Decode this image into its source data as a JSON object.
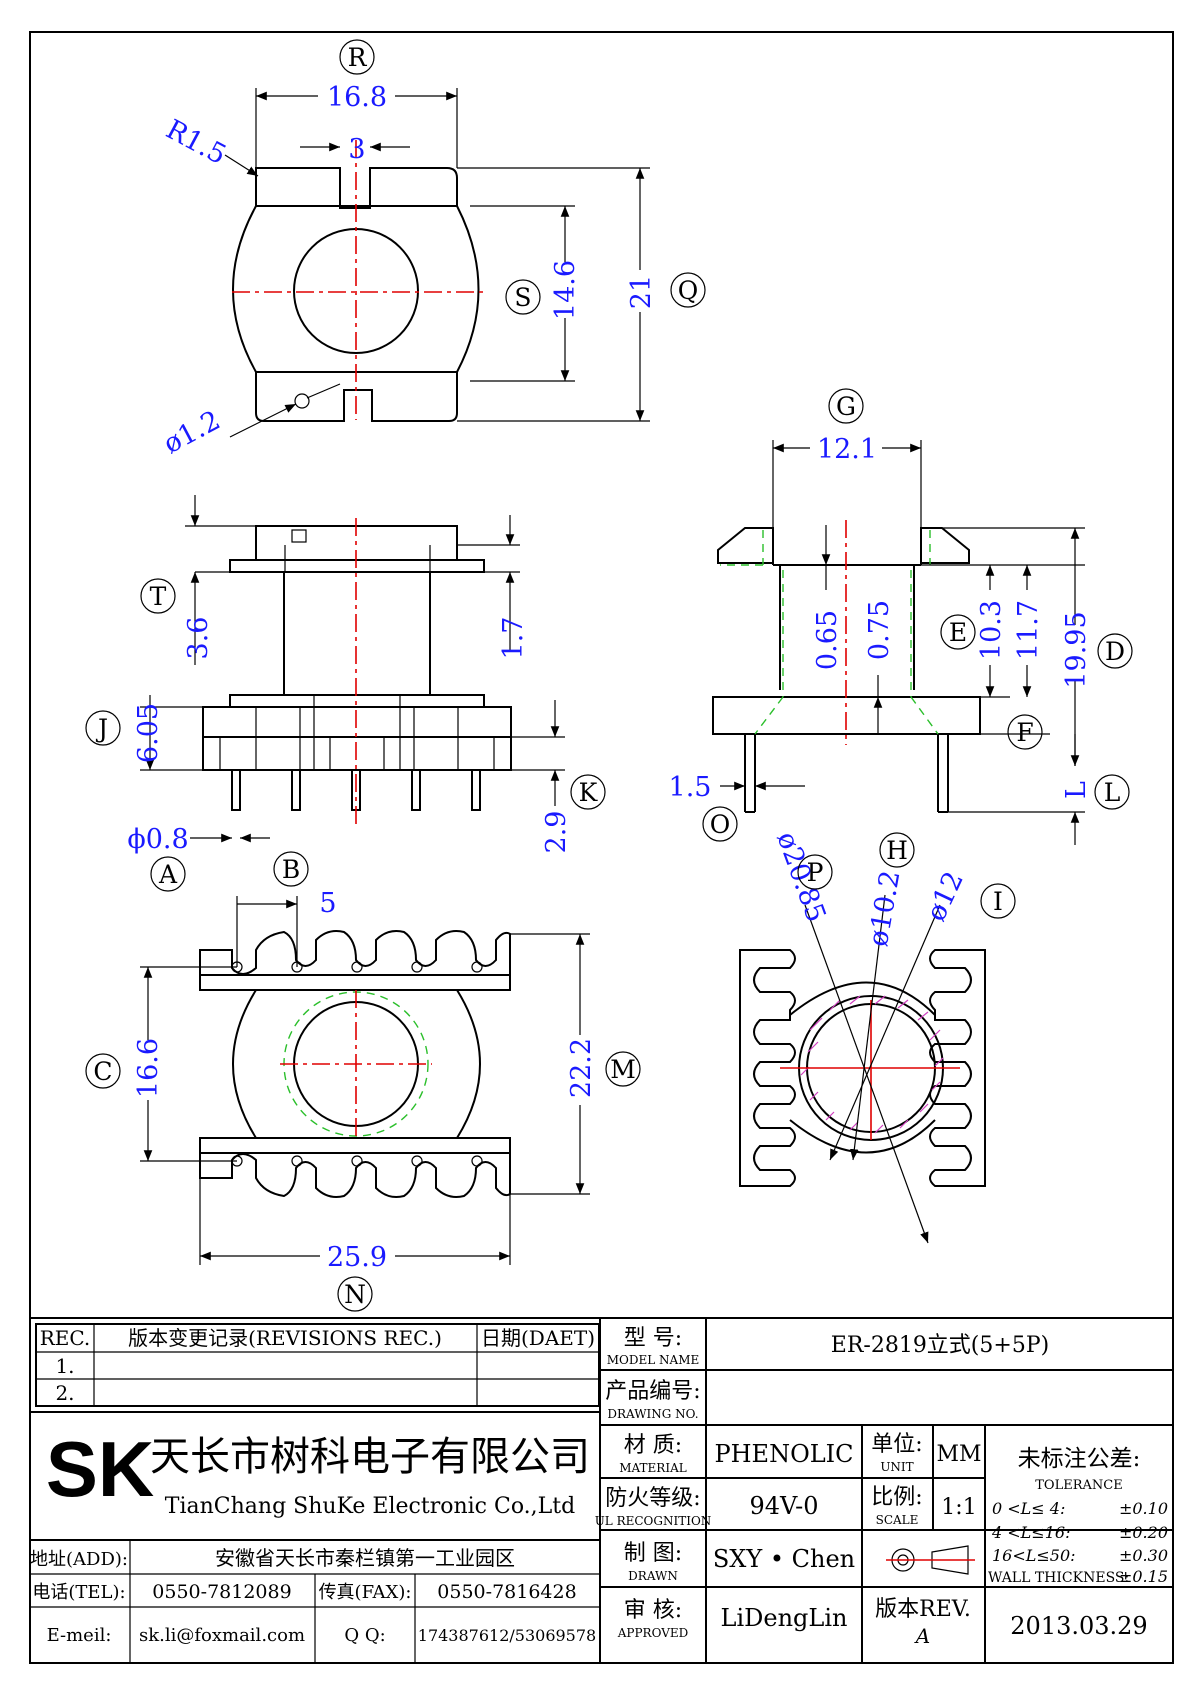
{
  "dimensions": {
    "top_view": {
      "width": "16.8",
      "slot": "3",
      "radius": "R1.5",
      "inner": "14.6",
      "overall": "21",
      "hole": "ø1.2"
    },
    "front_view": {
      "top_h": "3.6",
      "flange": "1.7",
      "base": "6.05",
      "pin_len": "2.9",
      "pin_dia": "ϕ0.8"
    },
    "side_view": {
      "width": "12.1",
      "wall1": "0.65",
      "wall2": "0.75",
      "e": "10.3",
      "f": "11.7",
      "total": "19.95",
      "pin_off": "1.5",
      "l": "L"
    },
    "bottom_view": {
      "pitch": "5",
      "inner": "16.6",
      "outer": "22.2",
      "width": "25.9"
    },
    "section_view": {
      "p": "ø20.85",
      "h": "ø10.2",
      "i": "ø12"
    }
  },
  "labels": {
    "R": "R",
    "S": "S",
    "Q": "Q",
    "T": "T",
    "J": "J",
    "A": "A",
    "B": "B",
    "K": "K",
    "G": "G",
    "E": "E",
    "D": "D",
    "F": "F",
    "O": "O",
    "L": "L",
    "C": "C",
    "M": "M",
    "N": "N",
    "P": "P",
    "H": "H",
    "I": "I"
  },
  "title_block": {
    "rev_header": "REC.",
    "rev_record": "版本变更记录(REVISIONS REC.)",
    "date_header": "日期(DAET)",
    "rev1": "1.",
    "rev2": "2.",
    "model_cn": "型  号:",
    "model_en": "MODEL NAME",
    "model_value": "ER-2819立式(5+5P)",
    "drawing_cn": "产品编号:",
    "drawing_en": "DRAWING NO.",
    "drawing_value": "",
    "material_cn": "材  质:",
    "material_en": "MATERIAL",
    "material_value": "PHENOLIC",
    "unit_cn": "单位:",
    "unit_en": "UNIT",
    "unit_value": "MM",
    "ul_cn": "防火等级:",
    "ul_en": "UL RECOGNITION",
    "ul_value": "94V-0",
    "scale_cn": "比例:",
    "scale_en": "SCALE",
    "scale_value": "1:1",
    "drawn_cn": "制  图:",
    "drawn_en": "DRAWN",
    "drawn_value": "SXY • Chen",
    "approved_cn": "审  核:",
    "approved_en": "APPROVED",
    "approved_value": "LiDengLin",
    "rev_cn": "版本REV.",
    "rev_value": "A",
    "date_value": "2013.03.29",
    "company_logo": "SK",
    "company_cn": "天长市树科电子有限公司",
    "company_en": "TianChang ShuKe Electronic Co.,Ltd",
    "address_label": "地址(ADD):",
    "address_value": "安徽省天长市秦栏镇第一工业园区",
    "tel_label": "电话(TEL):",
    "tel_value": "0550-7812089",
    "fax_label": "传真(FAX):",
    "fax_value": "0550-7816428",
    "email_label": "E-meil:",
    "email_value": "sk.li@foxmail.com",
    "qq_label": "Q Q:",
    "qq_value": "174387612/53069578",
    "tolerance_cn": "未标注公差:",
    "tolerance_en": "TOLERANCE",
    "tol1_range": "0 <L≤ 4:",
    "tol1_value": "±0.10",
    "tol2_range": "4 <L≤16:",
    "tol2_value": "±0.20",
    "tol3_range": "16<L≤50:",
    "tol3_value": "±0.30",
    "wall_label": "WALL THICKNESS:",
    "wall_value": "±0.15"
  }
}
